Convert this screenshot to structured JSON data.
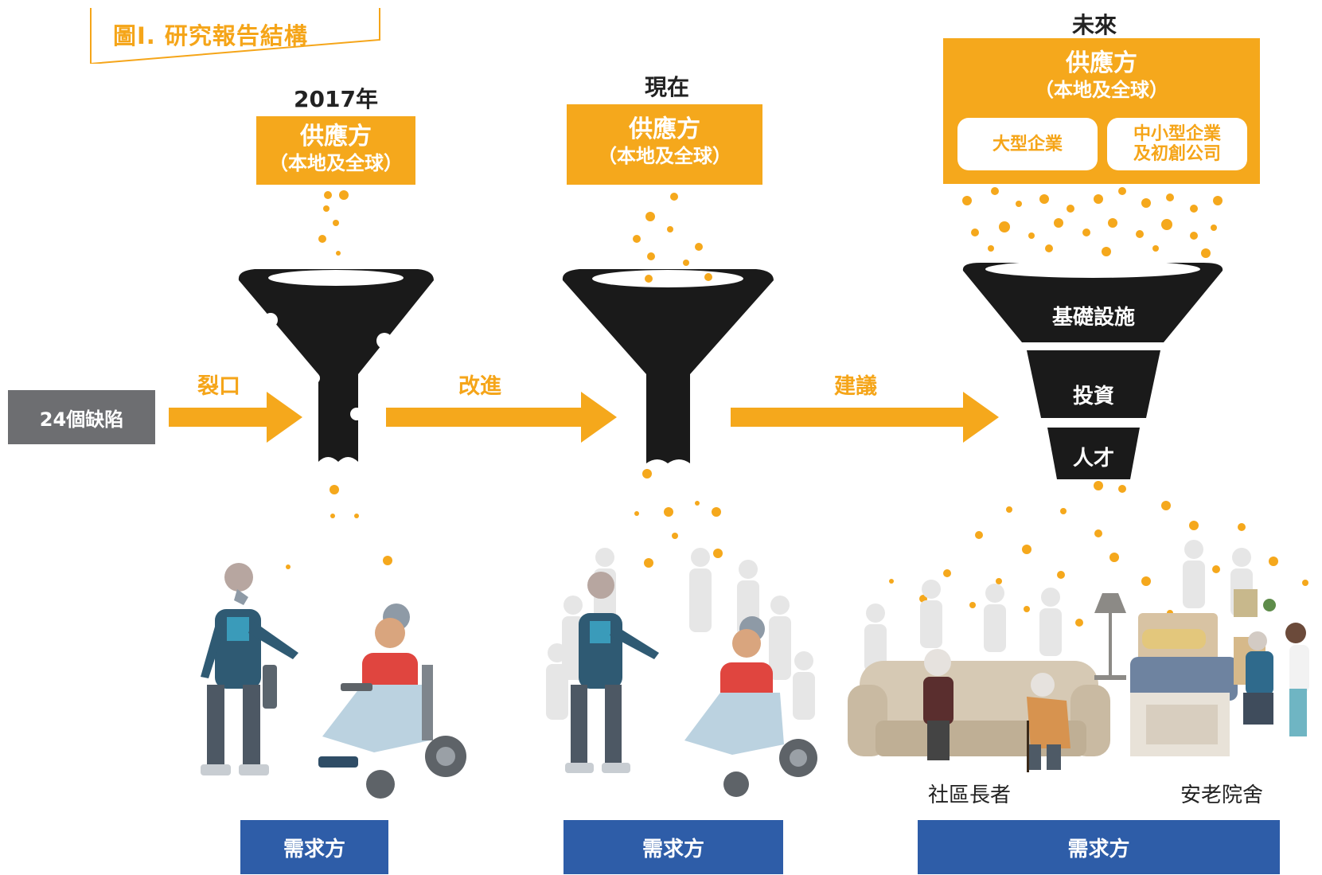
{
  "figure_title": "圖I. 研究報告結構",
  "stages": [
    {
      "label": "2017年",
      "supplier_title": "供應方",
      "supplier_sub": "（本地及全球）"
    },
    {
      "label": "現在",
      "supplier_title": "供應方",
      "supplier_sub": "（本地及全球）"
    },
    {
      "label": "未來",
      "supplier_title": "供應方",
      "supplier_sub": "（本地及全球）",
      "supplier_boxes": [
        "大型企業",
        "中小型企業\n及初創公司"
      ]
    }
  ],
  "defects_box": "24個缺陷",
  "arrows": [
    "裂口",
    "改進",
    "建議"
  ],
  "future_funnel_layers": [
    "基礎設施",
    "投資",
    "人才"
  ],
  "demand_label": "需求方",
  "future_captions": [
    "社區長者",
    "安老院舍"
  ],
  "colors": {
    "accent": "#F5A81C",
    "demand": "#2E5DA8",
    "defect": "#6D6E71",
    "funnel": "#1A1A1A"
  }
}
